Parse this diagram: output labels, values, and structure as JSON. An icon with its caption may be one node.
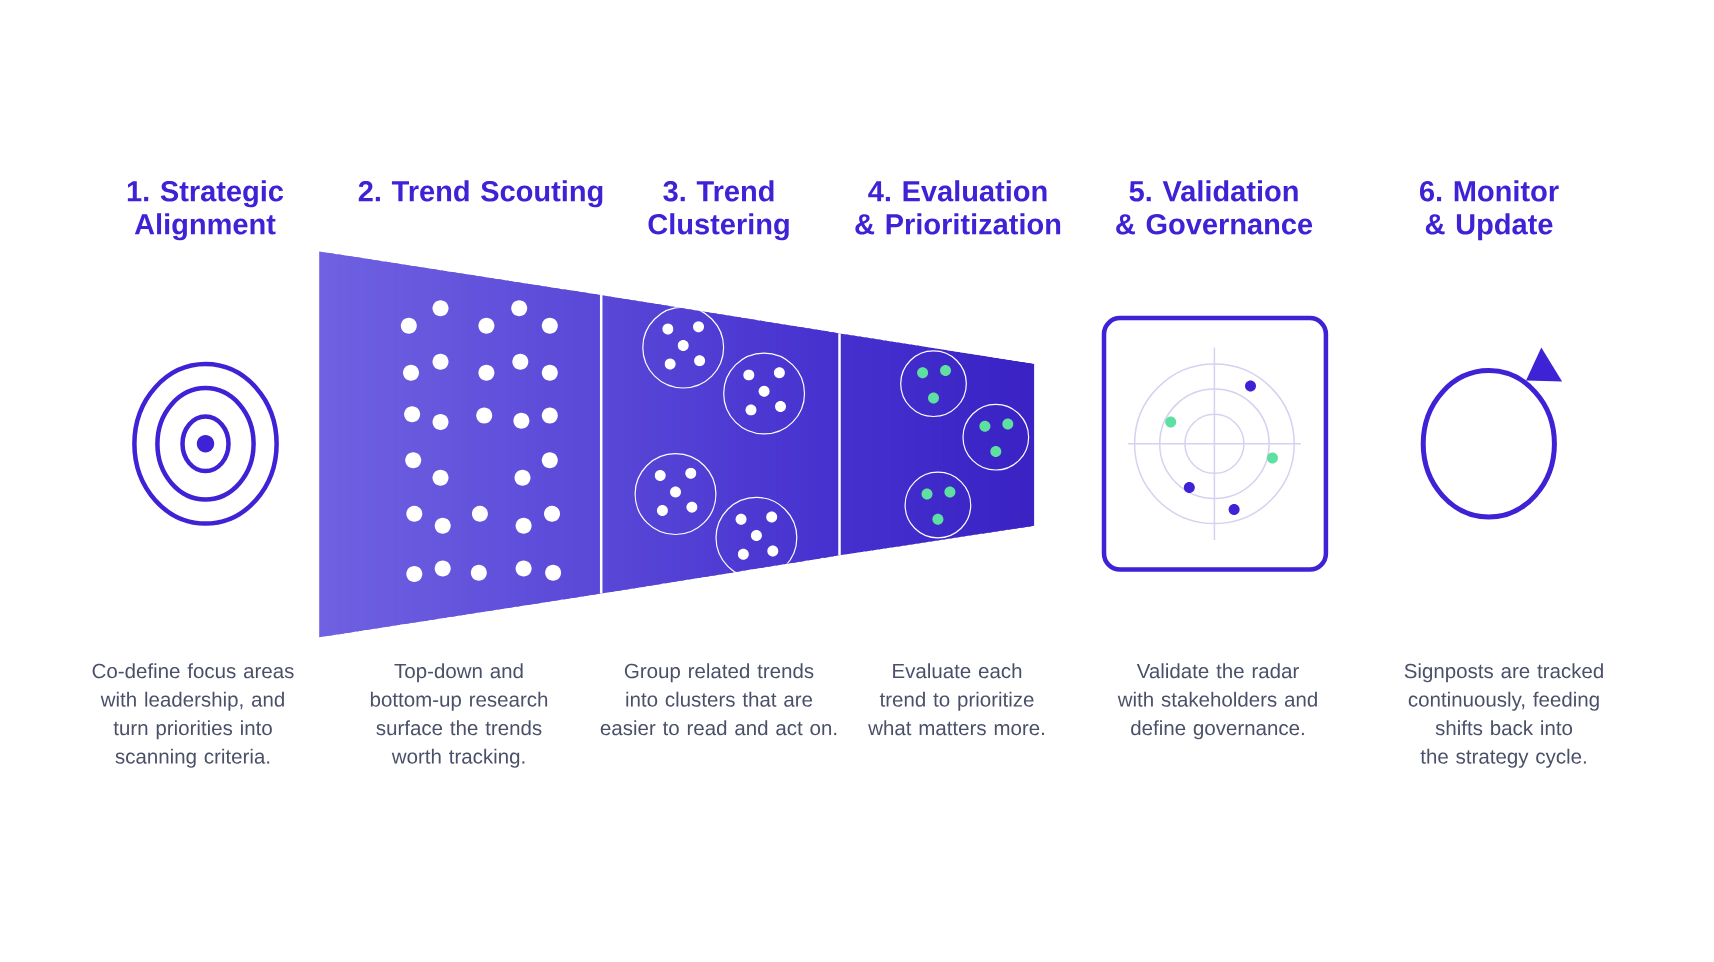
{
  "diagram": {
    "nodes": [
      {
        "text": [
          "1. Strategic Alignment",
          "Co-define focus areas with leadership, and turn priorities into scanning criteria."
        ]
      },
      {
        "text": [
          "2. Trend Scouting",
          "Top-down and bottom-up research surface the trends worth tracking."
        ]
      },
      {
        "text": [
          "3. Trend Clustering",
          "Group related trends into clusters that are easier to read and act on."
        ]
      },
      {
        "text": [
          "4. Evaluation & Prioritization",
          "Evaluate each trend to prioritize what matters more."
        ]
      },
      {
        "text": [
          "5. Validation & Governance",
          "Validate the radar with stakeholders and define governance."
        ]
      },
      {
        "text": [
          "6. Monitor & Update",
          "Signposts are tracked continuously, feeding shifts back into the strategy cycle."
        ]
      }
    ]
  }
}
